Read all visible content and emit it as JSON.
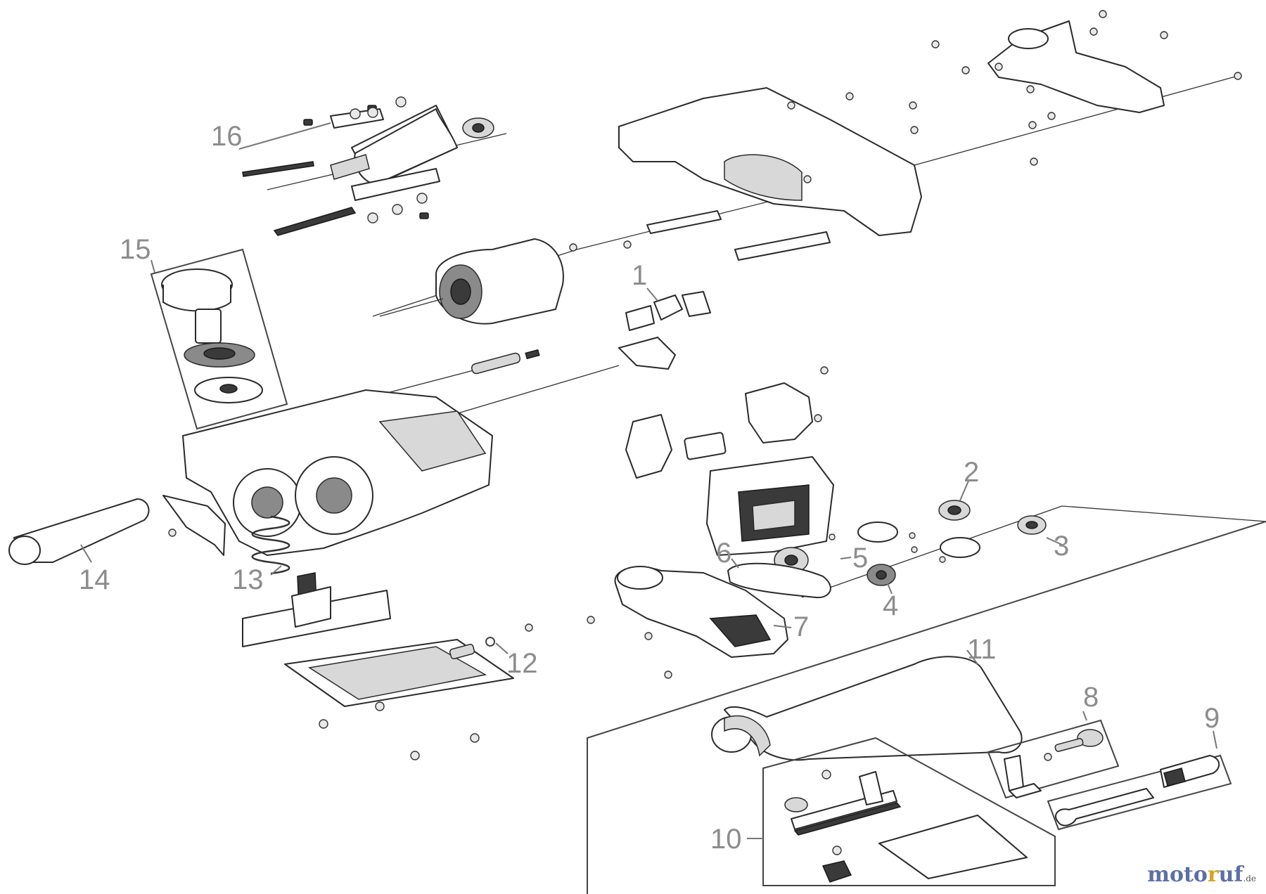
{
  "callouts": {
    "c1": "1",
    "c2": "2",
    "c3": "3",
    "c4": "4",
    "c5": "5",
    "c6": "6",
    "c7": "7",
    "c8": "8",
    "c9": "9",
    "c10": "10",
    "c11": "11",
    "c12": "12",
    "c13": "13",
    "c14": "14",
    "c15": "15",
    "c16": "16"
  },
  "watermark": {
    "part_a": "moto",
    "part_b": "r",
    "part_c": "uf",
    "tld": ".de"
  }
}
